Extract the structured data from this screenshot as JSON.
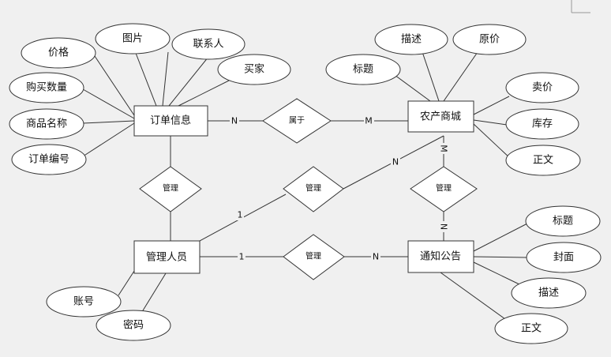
{
  "entities": {
    "order": "订单信息",
    "product": "农产商城",
    "admin": "管理人员",
    "notice": "通知公告"
  },
  "relationships": {
    "belongs": "属于",
    "manage_order": "管理",
    "manage_product": "管理",
    "manage_product_notice": "管理",
    "manage_notice": "管理"
  },
  "attributes": {
    "order_price": "价格",
    "order_image": "图片",
    "order_contact": "联系人",
    "order_buyer": "买家",
    "order_quantity": "购买数量",
    "order_product_name": "商品名称",
    "order_number": "订单编号",
    "product_desc": "描述",
    "product_original_price": "原价",
    "product_title": "标题",
    "product_sale_price": "卖价",
    "product_stock": "库存",
    "product_body": "正文",
    "admin_account": "账号",
    "admin_password": "密码",
    "notice_title": "标题",
    "notice_cover": "封面",
    "notice_desc": "描述",
    "notice_body": "正文"
  },
  "cardinalities": {
    "order_belongs": "N",
    "belongs_product": "M",
    "product_manage": "M",
    "manage_notice": "N",
    "admin_manage_product": "1",
    "manage_product_end": "N",
    "admin_manage_notice": "1",
    "manage_notice_end": "N"
  }
}
